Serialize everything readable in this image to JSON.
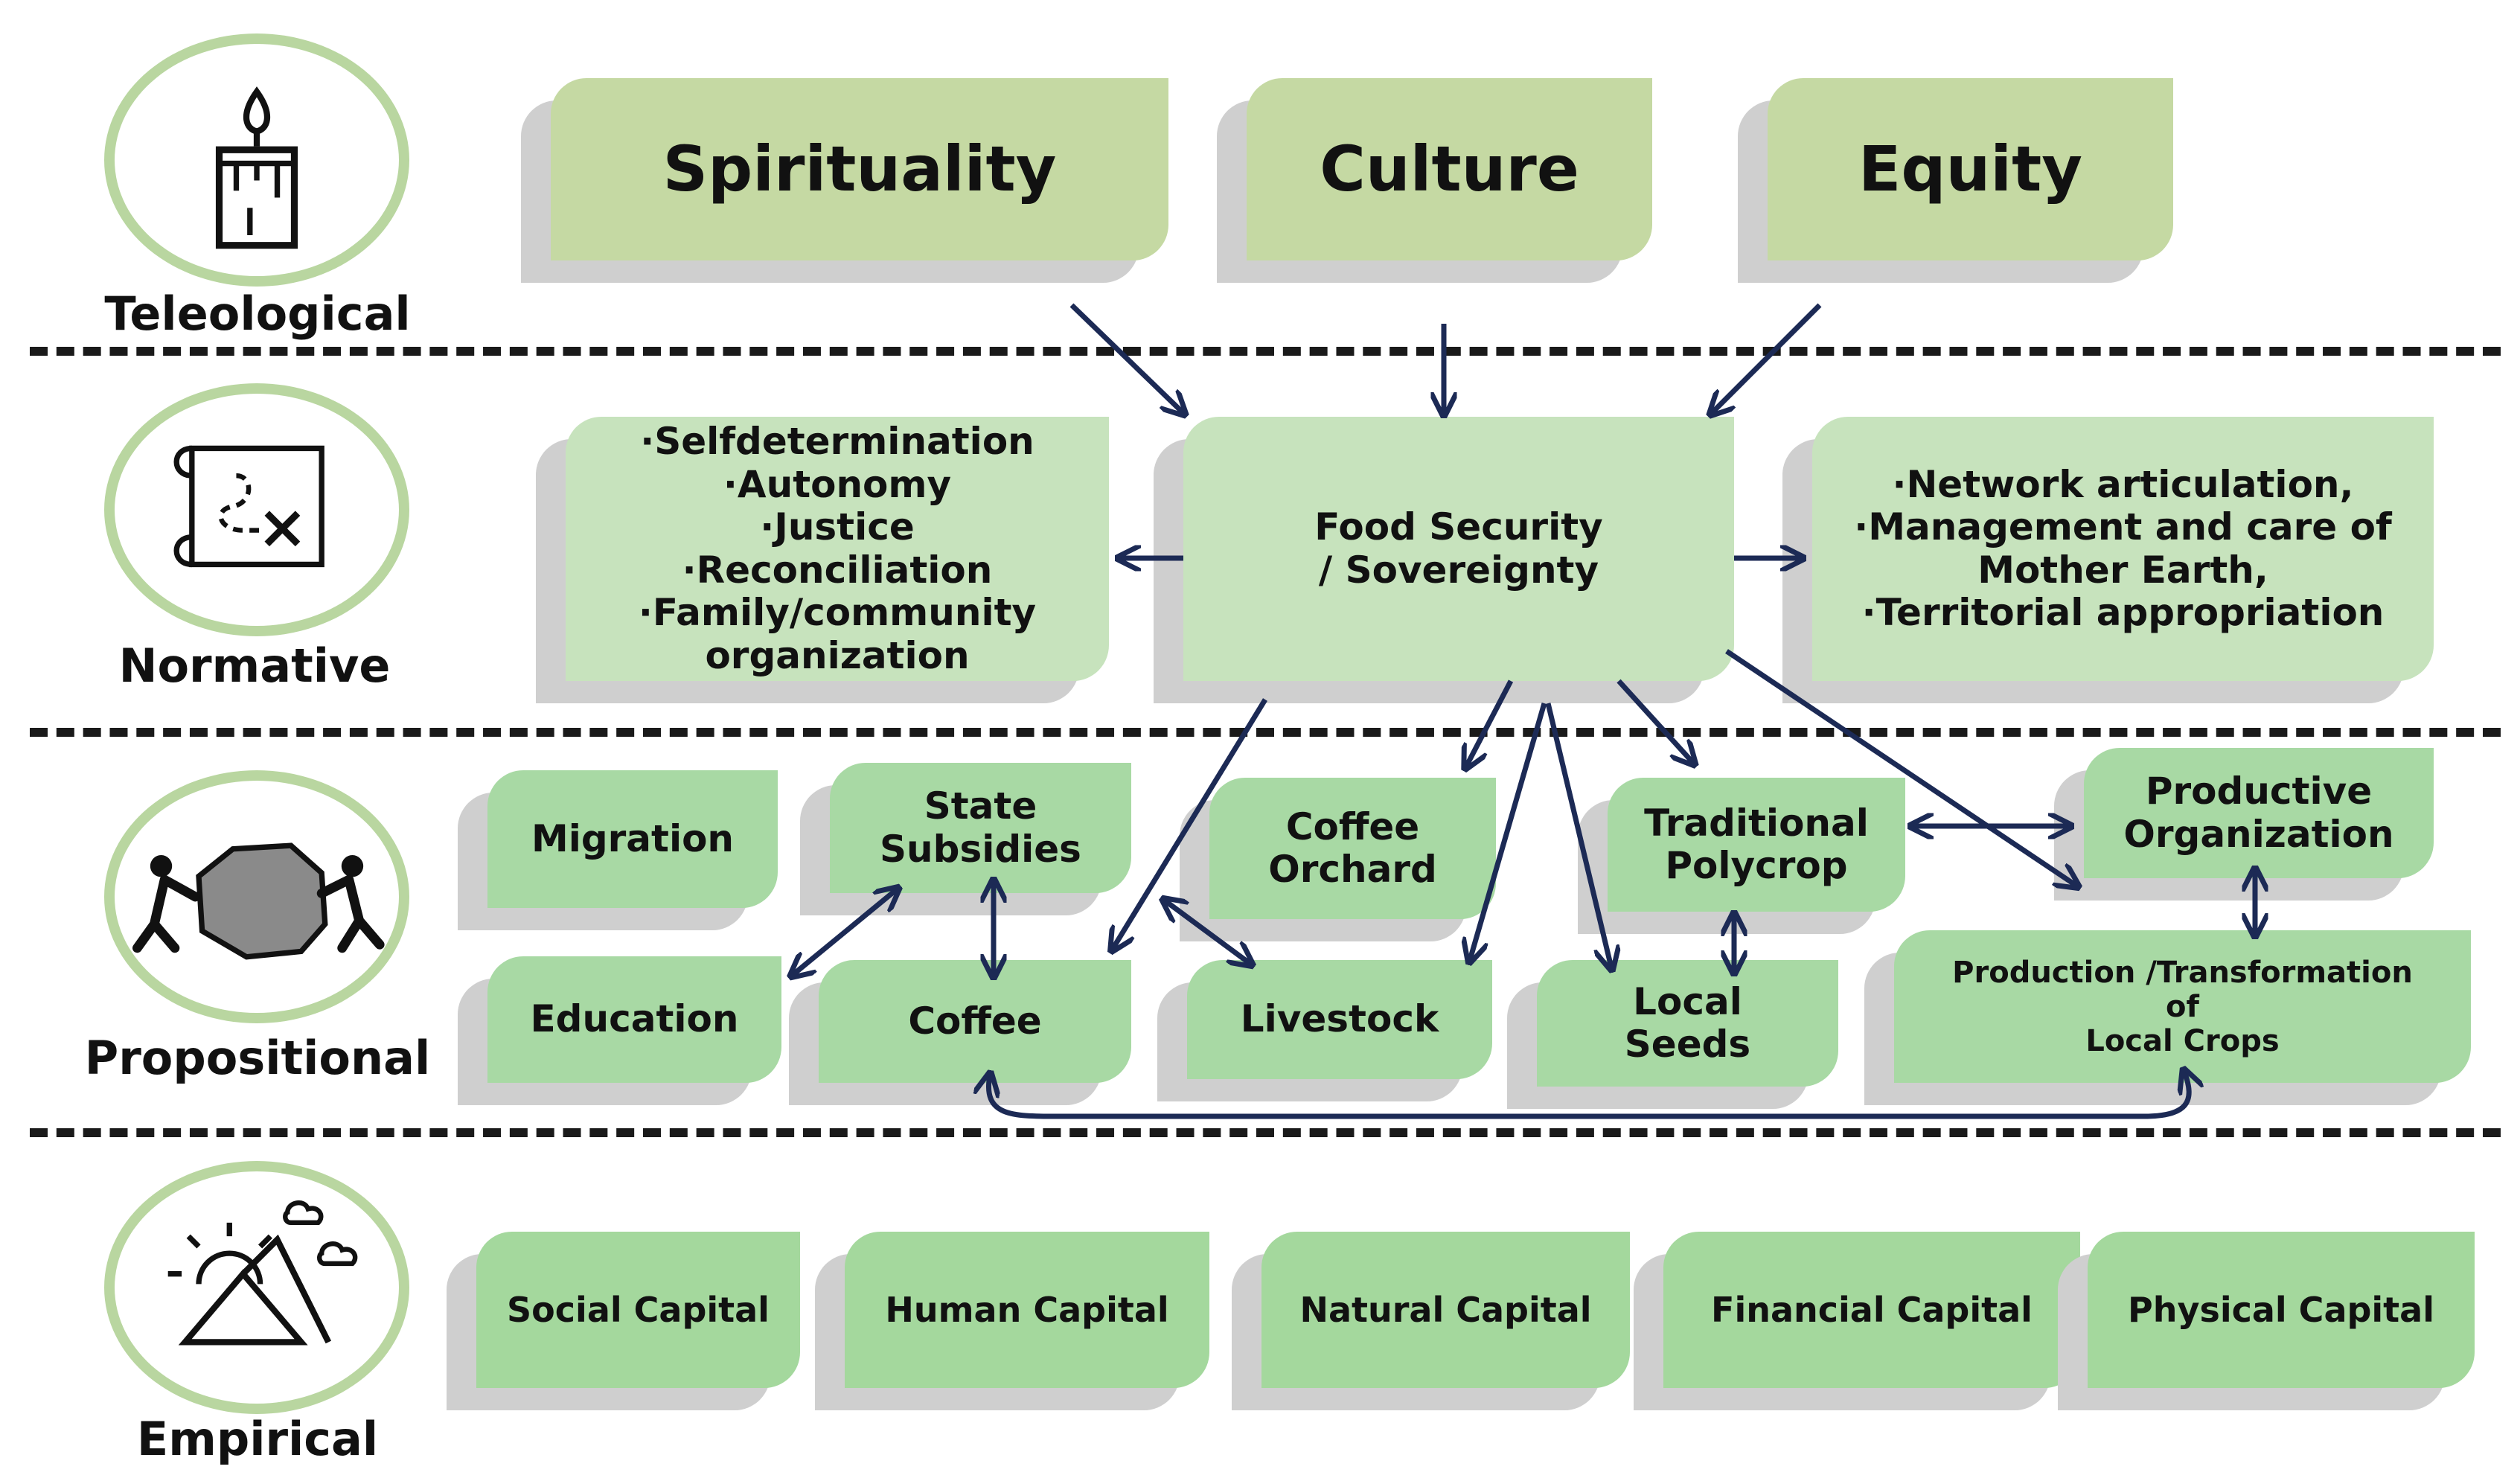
{
  "levels": {
    "teleological": "Teleological",
    "normative": "Normative",
    "propositional": "Propositional",
    "empirical": "Empirical"
  },
  "values": {
    "spirituality": "Spirituality",
    "culture": "Culture",
    "equity": "Equity"
  },
  "normative": {
    "left_lines": [
      "·Selfdetermination",
      "·Autonomy",
      "·Justice",
      "·Reconciliation",
      "·Family/community",
      "organization"
    ],
    "center_lines": [
      "Food Security",
      "/ Sovereignty"
    ],
    "right_lines": [
      "·Network articulation,",
      "·Management and care of",
      "Mother Earth,",
      "·Territorial appropriation"
    ]
  },
  "propositional": {
    "migration": "Migration",
    "state_subsidies": [
      "State",
      "Subsidies"
    ],
    "coffee_orchard": [
      "Coffee",
      "Orchard"
    ],
    "traditional_polycrop": [
      "Traditional",
      "Polycrop"
    ],
    "productive_organization": [
      "Productive",
      "Organization"
    ],
    "education": "Education",
    "coffee": "Coffee",
    "livestock": "Livestock",
    "local_seeds": [
      "Local",
      "Seeds"
    ],
    "production_transformation": [
      "Production /Transformation",
      "of",
      "Local Crops"
    ]
  },
  "empirical": {
    "social": "Social Capital",
    "human": "Human Capital",
    "natural": "Natural Capital",
    "financial": "Financial Capital",
    "physical": "Physical Capital"
  },
  "colors": {
    "accent_green": "#a8d9a4",
    "value_green": "#c5d9a3",
    "ring_green": "#b9d6a0",
    "arrow_navy": "#1c2a55"
  },
  "icons": [
    "candle-icon",
    "map-icon",
    "boulder-push-icon",
    "sun-mountain-icon"
  ]
}
